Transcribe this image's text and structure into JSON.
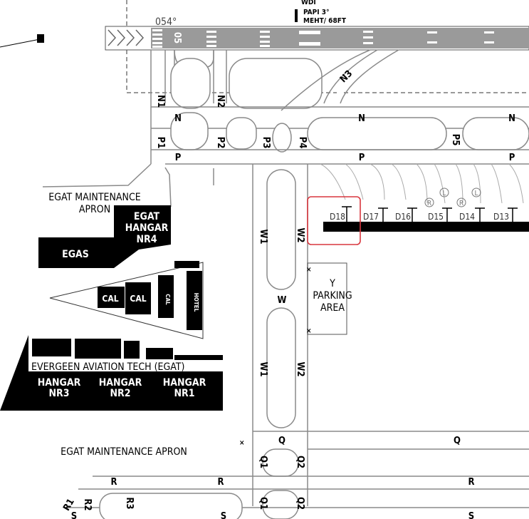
{
  "runway": {
    "designator": "05",
    "heading": "054°",
    "papi_line1": "PAPI 3°",
    "papi_line2": "MEHT/ 68FT",
    "wdi": "WDI"
  },
  "taxiways": {
    "N1": "N1",
    "N2": "N2",
    "N3": "N3",
    "N": "N",
    "P": "P",
    "P1": "P1",
    "P2": "P2",
    "P3": "P3",
    "P4": "P4",
    "P5": "P5",
    "W": "W",
    "W1": "W1",
    "W2": "W2",
    "Q": "Q",
    "Q1": "Q1",
    "Q2": "Q2",
    "R": "R",
    "R1": "R1",
    "R2": "R2",
    "R3": "R3",
    "S": "S"
  },
  "stands": [
    "D18",
    "D17",
    "D16",
    "D15",
    "D14",
    "D13"
  ],
  "stand_markers": {
    "R": "R",
    "L": "L"
  },
  "areas": {
    "egat_apron_line1": "EGAT MAINTENANCE",
    "egat_apron_line2": "APRON",
    "hangar_nr4_line1": "EGAT",
    "hangar_nr4_line2": "HANGAR",
    "hangar_nr4_line3": "NR4",
    "egas": "EGAS",
    "cal1": "CAL",
    "cal2": "CAL",
    "cal3": "CAL",
    "hotel": "HOTEL",
    "y_parking_line1": "Y",
    "y_parking_line2": "PARKING",
    "y_parking_line3": "AREA",
    "evergreen": "EVERGEEN AVIATION TECH (EGAT)",
    "hangar_nr3_line1": "HANGAR",
    "hangar_nr3_line2": "NR3",
    "hangar_nr2_line1": "HANGAR",
    "hangar_nr2_line2": "NR2",
    "hangar_nr1_line1": "HANGAR",
    "hangar_nr1_line2": "NR1",
    "egat_apron_bottom": "EGAT MAINTENANCE APRON"
  },
  "highlight_color": "#d9363e"
}
